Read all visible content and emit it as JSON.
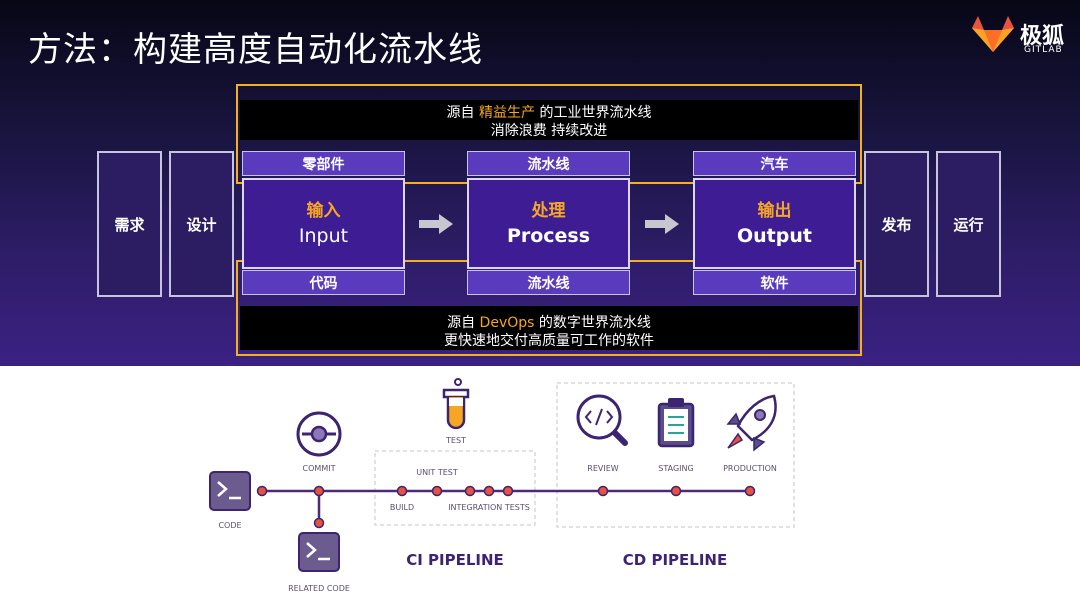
{
  "slide": {
    "title": "方法：构建高度自动化流水线",
    "logo": {
      "text": "极狐",
      "sub": "GITLAB"
    }
  },
  "band_top": {
    "line1_pre": "源自",
    "line1_highlight": "精益生产",
    "line1_post": "的工业世界流水线",
    "line2": "消除浪费 持续改进"
  },
  "band_bottom": {
    "line1_pre": "源自",
    "line1_highlight": "DevOps",
    "line1_post": "的数字世界流水线",
    "line2": "更快速地交付高质量可工作的软件"
  },
  "sides": {
    "requirement": "需求",
    "design": "设计",
    "release": "发布",
    "operate": "运行"
  },
  "stages": [
    {
      "top_label": "零部件",
      "zh": "输入",
      "en": "Input",
      "bottom_label": "代码"
    },
    {
      "top_label": "流水线",
      "zh": "处理",
      "en": "Process",
      "bottom_label": "流水线"
    },
    {
      "top_label": "汽车",
      "zh": "输出",
      "en": "Output",
      "bottom_label": "软件"
    }
  ],
  "pipeline": {
    "code": "CODE",
    "commit": "COMMIT",
    "related_code": "RELATED CODE",
    "test": "TEST",
    "unit_test": "UNIT TEST",
    "build": "BUILD",
    "integration_tests": "INTEGRATION TESTS",
    "review": "REVIEW",
    "staging": "STAGING",
    "production": "PRODUCTION",
    "ci": "CI PIPELINE",
    "cd": "CD PIPELINE"
  },
  "colors": {
    "accent": "#f5a623",
    "frame": "#f6b01a",
    "node": "#e8533f",
    "line": "#4b2a7a"
  }
}
